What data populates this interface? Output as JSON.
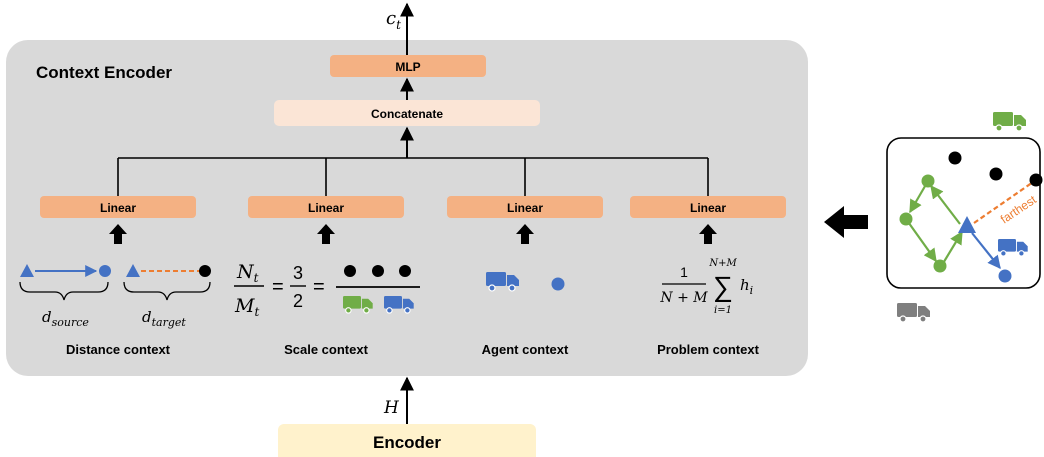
{
  "diagram": {
    "panel_title": "Context Encoder",
    "output_label": "c",
    "output_subscript": "t",
    "mlp_label": "MLP",
    "concat_label": "Concatenate",
    "linear_label": "Linear",
    "input_label": "H",
    "encoder_label": "Encoder",
    "contexts": [
      {
        "name": "Distance context"
      },
      {
        "name": "Scale context"
      },
      {
        "name": "Agent context"
      },
      {
        "name": "Problem context"
      }
    ],
    "distance": {
      "source_label": "d",
      "source_sub": "source",
      "target_label": "d",
      "target_sub": "target"
    },
    "scale": {
      "n_label": "N",
      "n_sub": "t",
      "m_label": "M",
      "m_sub": "t",
      "eq1": "=",
      "num": "3",
      "den": "2",
      "eq2": "="
    },
    "problem": {
      "numerator": "1",
      "denominator": "N + M",
      "sum_top": "N+M",
      "sum_symbol": "∑",
      "sum_bottom": "i=1",
      "term": "h",
      "term_sub": "i"
    },
    "graph": {
      "farthest_label": "farthest"
    },
    "colors": {
      "panel": "#d9d9d9",
      "linear": "#f4b183",
      "concat": "#fbe5d6",
      "encoder": "#fff2cc",
      "blue": "#4472c4",
      "green": "#70ad47",
      "orange": "#ed7d31",
      "gray": "#7f7f7f"
    }
  }
}
